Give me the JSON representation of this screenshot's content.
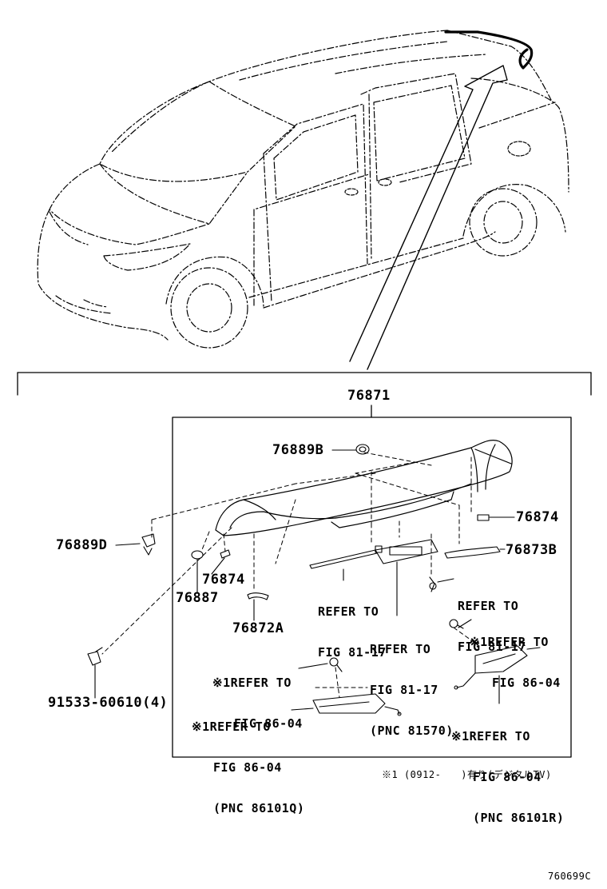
{
  "parts": {
    "assembly": "76871",
    "p76889b": "76889B",
    "p76874_right": "76874",
    "p76889d": "76889D",
    "p76873b": "76873B",
    "p76874_left": "76874",
    "p76887": "76887",
    "p76872a": "76872A",
    "p91533": "91533-60610(4)"
  },
  "references": {
    "ref1": [
      "REFER TO",
      "FIG 81-17"
    ],
    "ref2": [
      "REFER TO",
      "FIG 81-17"
    ],
    "ref3": [
      "REFER TO",
      "FIG 81-17",
      "(PNC 81570)"
    ],
    "ref4": [
      "※1REFER TO",
      "FIG 86-04"
    ],
    "ref5": [
      "※1REFER TO",
      "FIG 86-04"
    ],
    "ref6": [
      "※1REFER TO",
      "FIG 86-04",
      "(PNC 86101Q)"
    ],
    "ref7": [
      "※1REFER TO",
      "FIG 86-04",
      "(PNC 86101R)"
    ]
  },
  "footnote": "※1 (0912-　　)有り(デジタルTV)",
  "catalog_id": "760699C"
}
